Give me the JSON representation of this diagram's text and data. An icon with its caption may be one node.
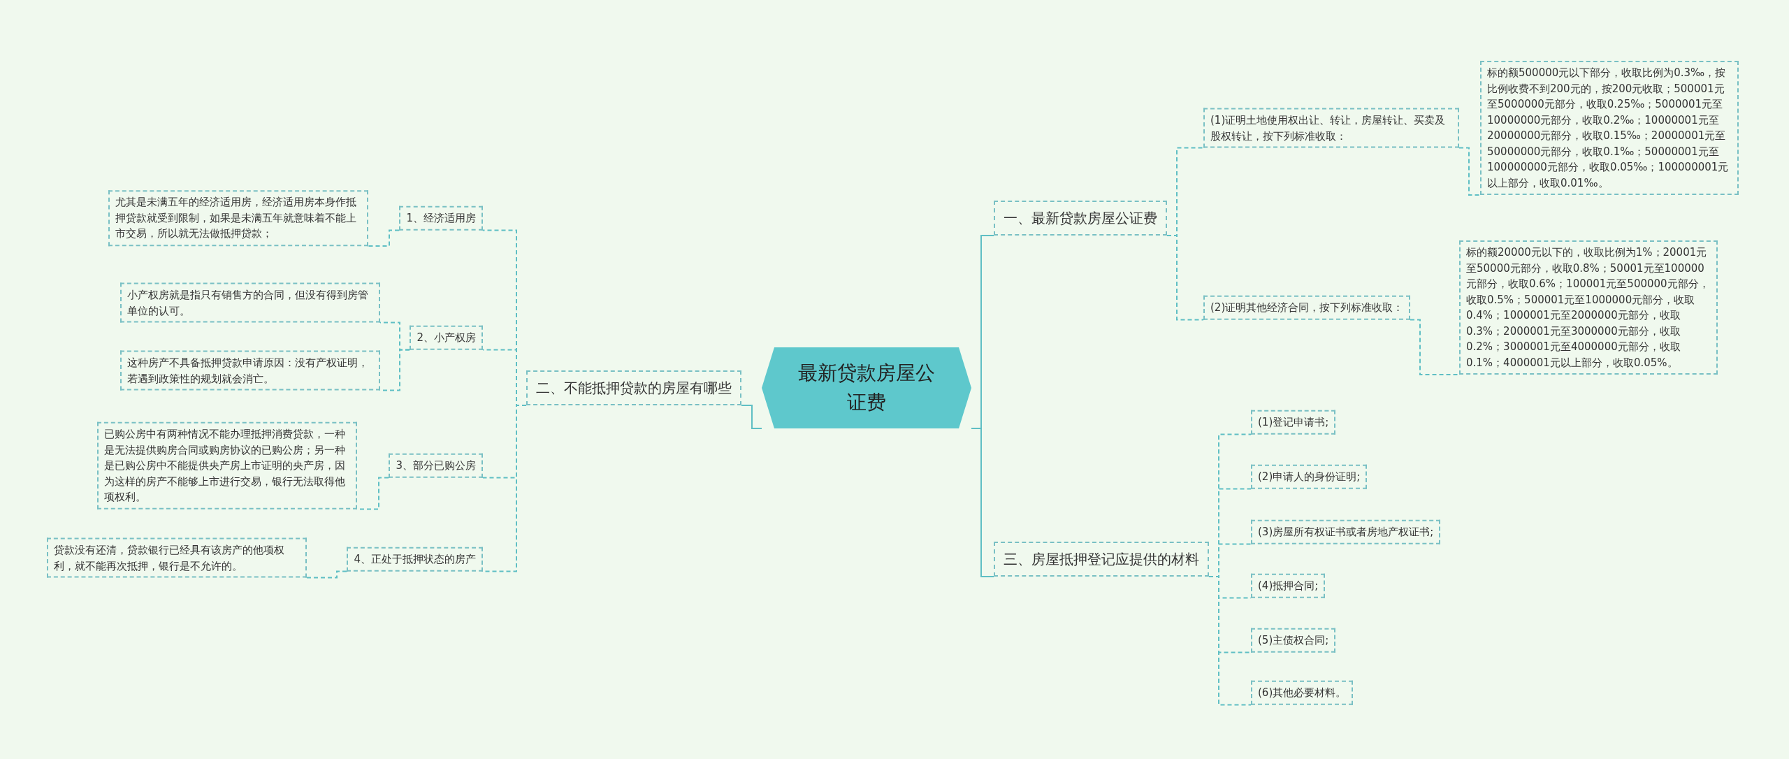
{
  "diagram": {
    "nodes": [
      {
        "text": [
          "最新贷款房屋公证费"
        ]
      },
      {
        "text": [
          "一、最新贷款房屋公证费"
        ]
      },
      {
        "text": [
          "(1)证明土地使用权出让、转让，房屋转让、买卖及股权转让，按下列标准收取："
        ]
      },
      {
        "text": [
          "标的额500000元以下部分，收取比例为0.3‰，按比例收费不到200元的，按200元收取；500001元至5000000元部分，收取0.25‰；5000001元至10000000元部分，收取0.2‰；10000001元至20000000元部分，收取0.15‰；20000001元至50000000元部分，收取0.1‰；50000001元至100000000元部分，收取0.05‰；100000001元以上部分，收取0.01‰。"
        ]
      },
      {
        "text": [
          "(2)证明其他经济合同，按下列标准收取："
        ]
      },
      {
        "text": [
          "标的额20000元以下的，收取比例为1%；20001元至50000元部分，收取0.8%；50001元至100000元部分，收取0.6%；100001元至500000元部分，收取0.5%；500001元至1000000元部分，收取0.4%；1000001元至2000000元部分，收取0.3%；2000001元至3000000元部分，收取0.2%；3000001元至4000000元部分，收取0.1%；4000001元以上部分，收取0.05%。"
        ]
      },
      {
        "text": [
          "二、不能抵押贷款的房屋有哪些"
        ]
      },
      {
        "text": [
          "1、经济适用房"
        ]
      },
      {
        "text": [
          "尤其是未满五年的经济适用房，经济适用房本身作抵押贷款就受到限制，如果是未满五年就意味着不能上市交易，所以就无法做抵押贷款；"
        ]
      },
      {
        "text": [
          "2、小产权房"
        ]
      },
      {
        "text": [
          "小产权房就是指只有销售方的合同，但没有得到房管单位的认可。"
        ]
      },
      {
        "text": [
          "这种房产不具备抵押贷款申请原因：没有产权证明，若遇到政策性的规划就会消亡。"
        ]
      },
      {
        "text": [
          "3、部分已购公房"
        ]
      },
      {
        "text": [
          "已购公房中有两种情况不能办理抵押消费贷款，一种是无法提供购房合同或购房协议的已购公房；另一种是已购公房中不能提供央产房上市证明的央产房，因为这样的房产不能够上市进行交易，银行无法取得他项权利。"
        ]
      },
      {
        "text": [
          "4、正处于抵押状态的房产"
        ]
      },
      {
        "text": [
          "贷款没有还清，贷款银行已经具有该房产的他项权利，就不能再次抵押，银行是不允许的。"
        ]
      },
      {
        "text": [
          "三、房屋抵押登记应提供的材料"
        ]
      },
      {
        "text": [
          "(1)登记申请书;"
        ]
      },
      {
        "text": [
          "(2)申请人的身份证明;"
        ]
      },
      {
        "text": [
          "(3)房屋所有权证书或者房地产权证书;"
        ]
      },
      {
        "text": [
          "(4)抵押合同;"
        ]
      },
      {
        "text": [
          "(5)主债权合同;"
        ]
      },
      {
        "text": [
          "(6)其他必要材料。"
        ]
      }
    ],
    "edges": [
      {
        "from": 0,
        "to": 1,
        "arrow": "none"
      },
      {
        "from": 0,
        "to": 6,
        "arrow": "none"
      },
      {
        "from": 0,
        "to": 16,
        "arrow": "none"
      },
      {
        "from": 1,
        "to": 2,
        "arrow": "none",
        "style": "dashed"
      },
      {
        "from": 2,
        "to": 3,
        "arrow": "none",
        "style": "dashed"
      },
      {
        "from": 1,
        "to": 4,
        "arrow": "none",
        "style": "dashed"
      },
      {
        "from": 4,
        "to": 5,
        "arrow": "none",
        "style": "dashed"
      },
      {
        "from": 6,
        "to": 7,
        "arrow": "none",
        "style": "dashed"
      },
      {
        "from": 7,
        "to": 8,
        "arrow": "none",
        "style": "dashed"
      },
      {
        "from": 6,
        "to": 9,
        "arrow": "none",
        "style": "dashed"
      },
      {
        "from": 9,
        "to": 10,
        "arrow": "none",
        "style": "dashed"
      },
      {
        "from": 9,
        "to": 11,
        "arrow": "none",
        "style": "dashed"
      },
      {
        "from": 6,
        "to": 12,
        "arrow": "none",
        "style": "dashed"
      },
      {
        "from": 12,
        "to": 13,
        "arrow": "none",
        "style": "dashed"
      },
      {
        "from": 6,
        "to": 14,
        "arrow": "none",
        "style": "dashed"
      },
      {
        "from": 14,
        "to": 15,
        "arrow": "none",
        "style": "dashed"
      },
      {
        "from": 16,
        "to": 17,
        "arrow": "none",
        "style": "dashed"
      },
      {
        "from": 16,
        "to": 18,
        "arrow": "none",
        "style": "dashed"
      },
      {
        "from": 16,
        "to": 19,
        "arrow": "none",
        "style": "dashed"
      },
      {
        "from": 16,
        "to": 20,
        "arrow": "none",
        "style": "dashed"
      },
      {
        "from": 16,
        "to": 21,
        "arrow": "none",
        "style": "dashed"
      },
      {
        "from": 16,
        "to": 22,
        "arrow": "none",
        "style": "dashed"
      }
    ]
  }
}
